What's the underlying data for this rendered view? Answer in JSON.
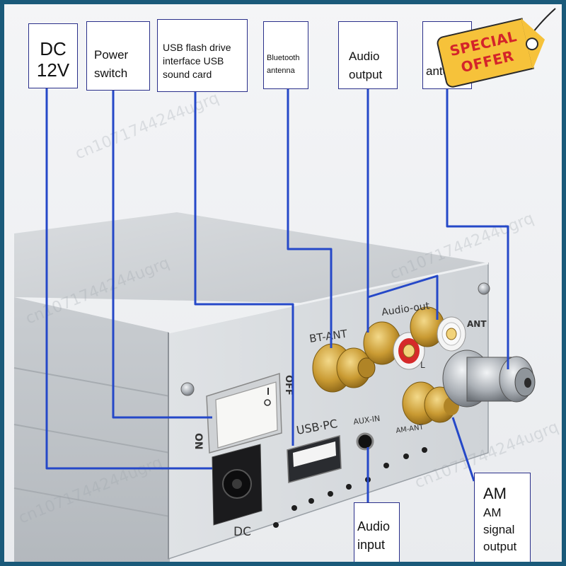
{
  "callouts": {
    "dc": {
      "line1": "DC",
      "line2": "12V"
    },
    "power": {
      "line1": "Power",
      "line2": "switch"
    },
    "usb": {
      "line1": "USB flash drive",
      "line2": "interface USB",
      "line3": "sound card"
    },
    "bluetooth": {
      "line1": "Bluetooth",
      "line2": "antenna"
    },
    "audio_output": {
      "line1": "Audio",
      "line2": "output"
    },
    "fm_antenna": {
      "line1": "F",
      "line2": "ante"
    },
    "audio_input": {
      "line1": "Audio",
      "line2": "input"
    },
    "am_output": {
      "line1": "AM",
      "line2": "AM",
      "line3": "signal",
      "line4": "output"
    }
  },
  "panel_labels": {
    "bt_ant": "BT-ANT",
    "audio_out": "Audio-out",
    "usb_pc": "USB·PC",
    "aux_in": "AUX-IN",
    "am_ant": "AM-ANT",
    "dc": "DC",
    "on": "ON",
    "off": "OFF",
    "ant": "ANT",
    "left": "L"
  },
  "badge": {
    "line1": "SPECIAL",
    "line2": "OFFER"
  },
  "watermark": "cn1071744244ugrq",
  "colors": {
    "leader": "#2548c8",
    "frame": "#1a5a7a",
    "badge": "#f6c23a",
    "badge_text": "#d4242a"
  }
}
